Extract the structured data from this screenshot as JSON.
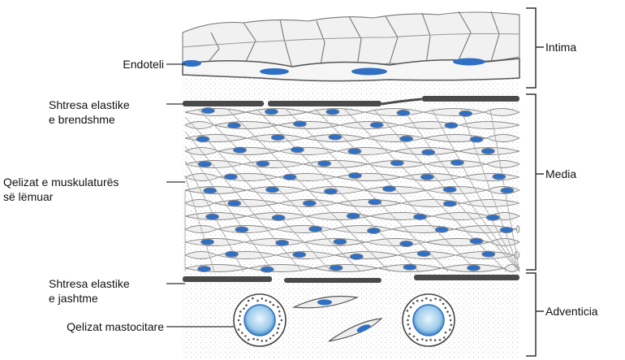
{
  "labels": {
    "endotheli": "Endoteli",
    "internal_elastic_line1": "Shtresa elastike",
    "internal_elastic_line2": "e brendshme",
    "smooth_muscle_line1": "Qelizat e muskulaturës",
    "smooth_muscle_line2": "së lëmuar",
    "external_elastic_line1": "Shtresa elastike",
    "external_elastic_line2": "e jashtme",
    "mast_cells": "Qelizat mastocitare"
  },
  "layers": {
    "intima": "Intima",
    "media": "Media",
    "adventitia": "Adventicia"
  },
  "colors": {
    "nucleus": "#2f6fc4",
    "nucleus_light": "#a9d0ee",
    "elastic_band": "#4a4a4a",
    "cell_fill": "#eeeeee",
    "outline": "#555555",
    "stipple": "#d4d4d4"
  }
}
